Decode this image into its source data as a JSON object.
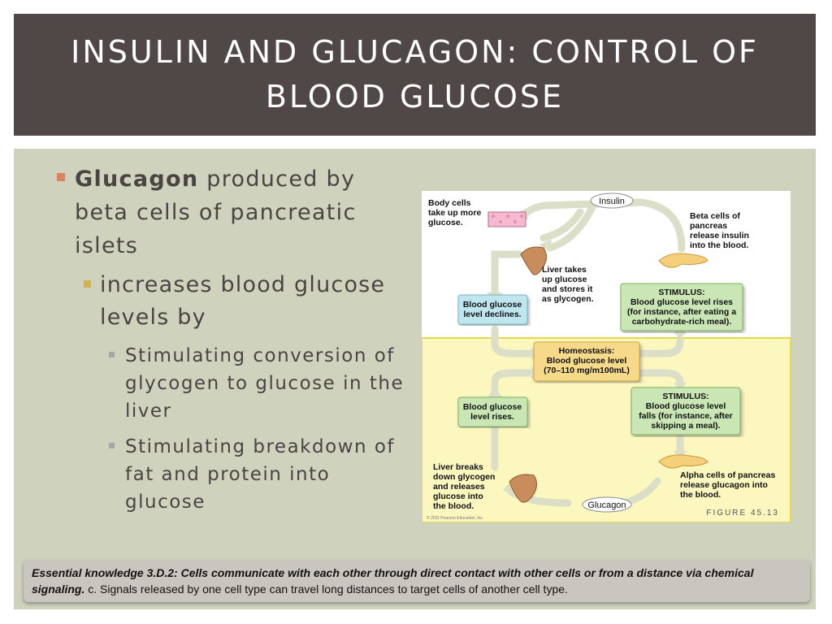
{
  "title": {
    "line1": "INSULIN AND GLUCAGON: CONTROL OF",
    "line2": "BLOOD GLUCOSE"
  },
  "bullets": {
    "main_bold": "Glucagon",
    "main_rest": " produced by beta cells of pancreatic islets",
    "sub": "increases blood glucose levels by",
    "subsub": [
      "Stimulating conversion of glycogen to glucose in the liver",
      "Stimulating breakdown of fat and protein into glucose"
    ]
  },
  "figure": {
    "insulin_label": "Insulin",
    "glucagon_label": "Glucagon",
    "body_cells": [
      "Body cells",
      "take up more",
      "glucose."
    ],
    "beta_cells": [
      "Beta cells of",
      "pancreas",
      "release insulin",
      "into the blood."
    ],
    "liver_takes": [
      "Liver takes",
      "up glucose",
      "and stores it",
      "as glycogen."
    ],
    "declines": [
      "Blood glucose",
      "level declines."
    ],
    "stimulus_rise": [
      "STIMULUS:",
      "Blood glucose level rises",
      "(for instance, after eating a",
      "carbohydrate-rich meal)."
    ],
    "homeostasis": [
      "Homeostasis:",
      "Blood glucose level",
      "(70–110 mg/m100mL)"
    ],
    "stimulus_fall": [
      "STIMULUS:",
      "Blood glucose level",
      "falls (for instance, after",
      "skipping a meal)."
    ],
    "rises": [
      "Blood glucose",
      "level rises."
    ],
    "liver_breaks": [
      "Liver breaks",
      "down glycogen",
      "and releases",
      "glucose into",
      "the blood."
    ],
    "alpha_cells": [
      "Alpha cells of pancreas",
      "release glucagon into",
      "the blood."
    ],
    "figure_label": "FIGURE 45.13",
    "copyright": "© 2011 Pearson Education, Inc."
  },
  "note": {
    "bold": "Essential knowledge 3.D.2: Cells communicate with each other through direct contact with other cells or from a distance via chemical signaling.",
    "rest": " c. Signals released by one cell type can travel long distances to target cells of another cell type."
  },
  "colors": {
    "title_bg": "#4f4846",
    "panel_bg": "#cfd2bd",
    "figure_yellow": "#fbf7bf",
    "blue_box": "#bfe6ef",
    "green_box": "#c9e6b4",
    "orange_box": "#f7d98a"
  }
}
